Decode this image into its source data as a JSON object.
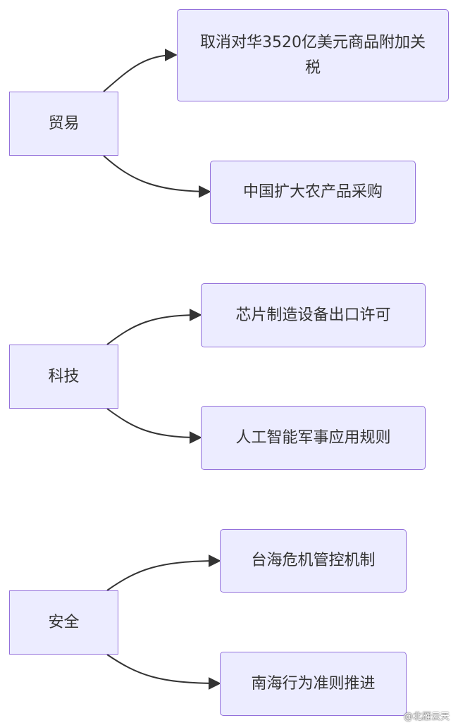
{
  "groups": [
    {
      "root": "贸易",
      "children": [
        "取消对华3520亿美元商品附加关税",
        "中国扩大农产品采购"
      ]
    },
    {
      "root": "科技",
      "children": [
        "芯片制造设备出口许可",
        "人工智能军事应用规则"
      ]
    },
    {
      "root": "安全",
      "children": [
        "台海危机管控机制",
        "南海行为准则推进"
      ]
    }
  ],
  "watermark": "@北雁云天",
  "colors": {
    "node_fill": "#ECECFF",
    "node_border": "#9370DB",
    "edge": "#333333",
    "text": "#333333"
  }
}
